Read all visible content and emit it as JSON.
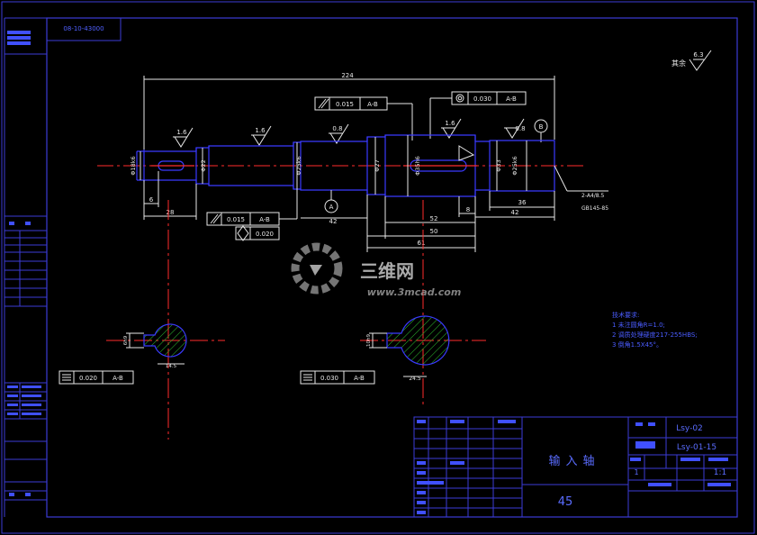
{
  "drawing": {
    "top_code": "08-10-43000",
    "surface_finish_rest_label": "其余",
    "surface_finish_rest_value": "6.3",
    "overall_length": "224",
    "tolerances": {
      "runout_top_value": "0.015",
      "runout_top_datum": "A-B",
      "symmetry_top_value": "0.030",
      "symmetry_top_datum": "A-B",
      "runout_mid_value": "0.015",
      "runout_mid_datum": "A-B",
      "cylindricity_value": "0.020",
      "symmetry_left_value": "0.020",
      "symmetry_left_datum": "A-B",
      "symmetry_right_value": "0.030",
      "symmetry_right_datum": "A-B"
    },
    "roughness": {
      "r1": "1.6",
      "r2": "1.6",
      "r3": "0.8",
      "r4": "1.6",
      "r5": "0.8"
    },
    "datums": {
      "a": "A",
      "b": "B"
    },
    "dims": {
      "d1": "Φ18k6",
      "d2": "Φ22",
      "d3": "Φ25k6",
      "d4": "Φ27",
      "d5": "Φ35h6",
      "d6": "Φ33",
      "d7": "Φ25k6",
      "l1": "6",
      "l2": "28",
      "l3": "42",
      "l4": "52",
      "l5": "50",
      "l6": "61",
      "l7": "8",
      "l8": "36",
      "l9": "42",
      "chamfer_note": "2-A4/8.5",
      "chamfer_note2": "GB145-85",
      "sec_left_dim1": "6h9",
      "sec_left_dim2": "14.5",
      "sec_right_dim1": "10h9",
      "sec_right_dim2": "24.5"
    },
    "tech_req": {
      "title": "技术要求:",
      "line1": "1 未注圆角R=1.0;",
      "line2": "2 调质处理硬度217-255HBS;",
      "line3": "3 倒角1.5X45°。"
    },
    "title_block": {
      "part_name": "输入轴",
      "material": "45",
      "code1": "Lsy-02",
      "code2": "Lsy-01-15",
      "scale": "1:1",
      "qty": "1"
    },
    "watermark": {
      "brand": "三维网",
      "url": "www.3mcad.com"
    }
  }
}
